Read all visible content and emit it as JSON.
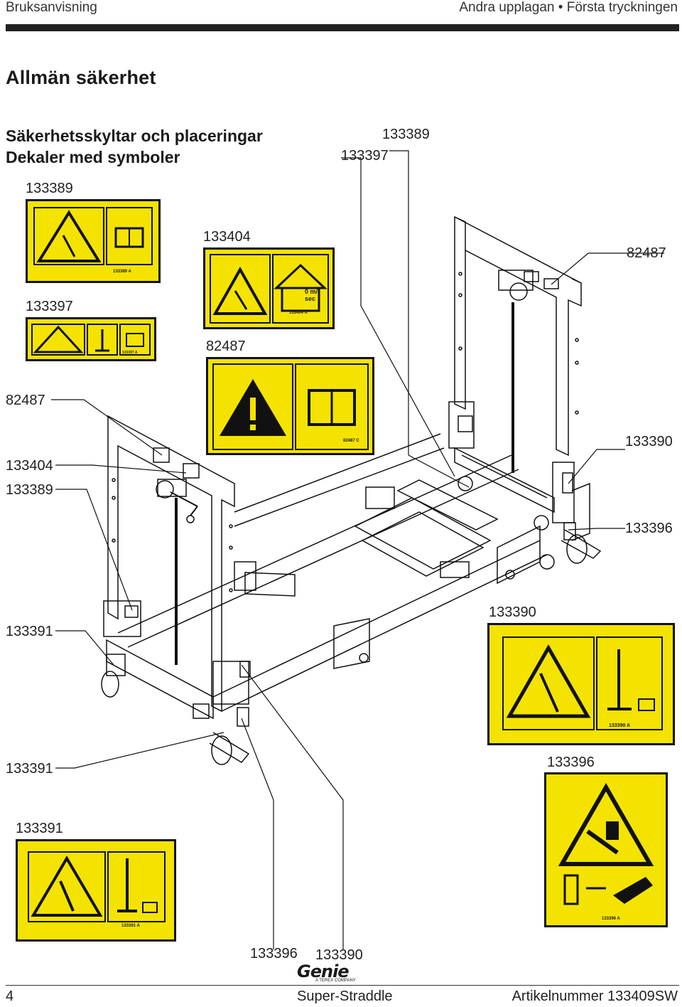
{
  "header": {
    "left": "Bruksanvisning",
    "right": "Andra upplagan • Första tryckningen"
  },
  "title": "Allmän  säkerhet",
  "subtitle": {
    "line1": "Säkerhetsskyltar och placeringar",
    "line2": "Dekaler med symboler"
  },
  "labels": {
    "top_133389": "133389",
    "top_133397": "133397",
    "decal_133389": "133389",
    "decal_133404": "133404",
    "decal_82487_top": "82487",
    "decal_133397": "133397",
    "decal_82487": "82487",
    "left_82487": "82487",
    "left_133404": "133404",
    "left_133389": "133389",
    "right_133390": "133390",
    "right_133396": "133396",
    "decal_133390": "133390",
    "left_133391": "133391",
    "left_133391_b": "133391",
    "decal_133396": "133396",
    "decal_133391": "133391",
    "bottom_133396": "133396",
    "bottom_133390": "133390"
  },
  "decal_codes": {
    "d133389": "133389  A",
    "d133404": "133404  A",
    "d133404_speed": "0 m/\nsec",
    "d133397": "133397  A",
    "d82487": "82487  C",
    "d133390": "133390  A",
    "d133396": "133396  A",
    "d133391": "133391  A"
  },
  "colors": {
    "decal_yellow": "#f4e300",
    "line": "#111111"
  },
  "logo": {
    "brand": "Genie",
    "tagline": "A TEREX COMPANY"
  },
  "footer": {
    "page": "4",
    "center": "Super-Straddle",
    "right": "Artikelnummer  133409SW"
  }
}
